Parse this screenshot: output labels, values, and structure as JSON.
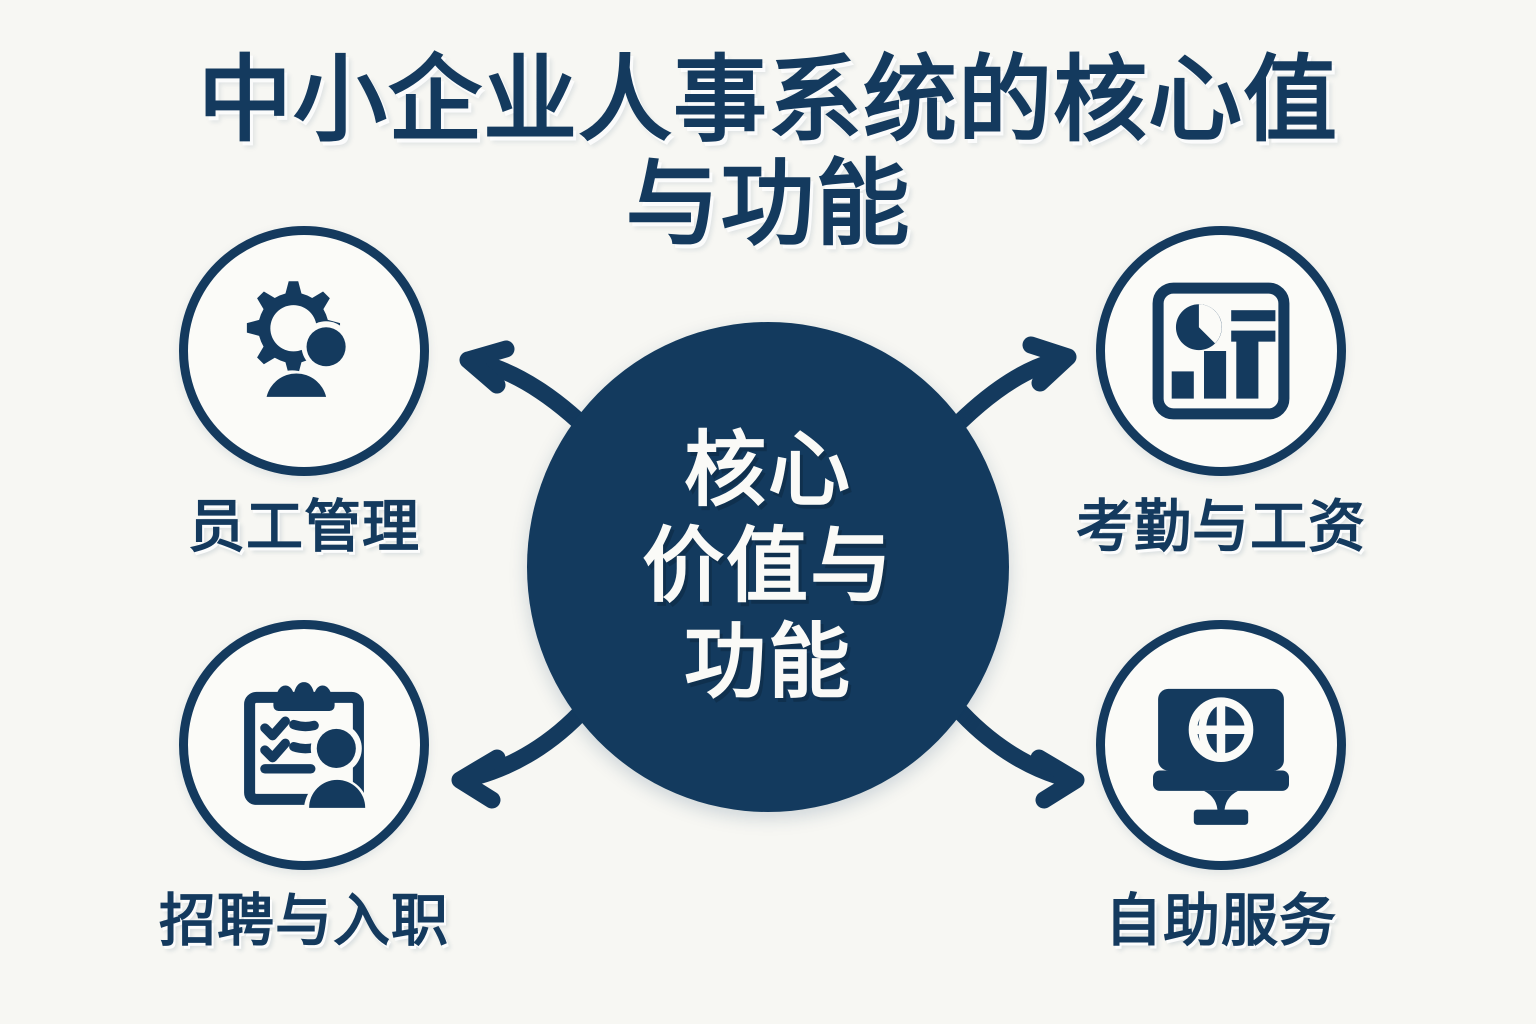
{
  "title": {
    "line1": "中小企业人事系统的核心值",
    "line2": "与功能"
  },
  "hub": {
    "line1": "核心",
    "line2": "价值与",
    "line3": "功能"
  },
  "nodes": [
    {
      "id": "employee-management",
      "label": "员工管理",
      "icon": "gear-person-icon",
      "position": "top-left"
    },
    {
      "id": "attendance-payroll",
      "label": "考勤与工资",
      "icon": "report-chart-icon",
      "position": "top-right"
    },
    {
      "id": "recruitment-onboarding",
      "label": "招聘与入职",
      "icon": "clipboard-person-icon",
      "position": "bottom-left"
    },
    {
      "id": "self-service",
      "label": "自助服务",
      "icon": "monitor-globe-icon",
      "position": "bottom-right"
    }
  ],
  "arrows": [
    {
      "name": "arrow-hub-to-employee-management",
      "direction": "up-left"
    },
    {
      "name": "arrow-hub-to-attendance-payroll",
      "direction": "up-right"
    },
    {
      "name": "arrow-hub-to-recruitment-onboarding",
      "direction": "down-left"
    },
    {
      "name": "arrow-hub-to-self-service",
      "direction": "down-right"
    }
  ],
  "colors": {
    "background": "#F7F7F3",
    "navy": "#143A5E",
    "hub_fill": "#133A5E",
    "hub_text": "#FAFAF7",
    "icon_bg": "#FBFBF8"
  }
}
